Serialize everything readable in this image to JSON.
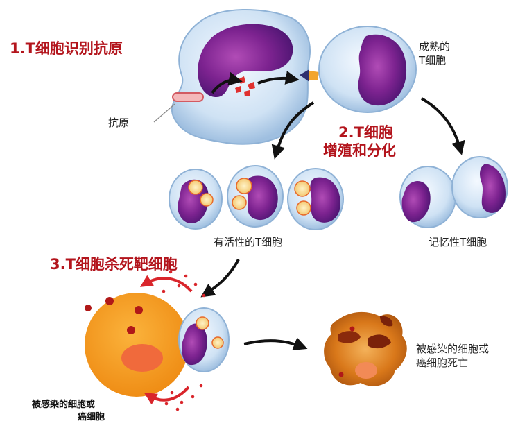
{
  "steps": {
    "step1": "1.T细胞识别抗原",
    "step2_line1": "2.T细胞",
    "step2_line2": "增殖和分化",
    "step3": "3.T细胞杀死靶细胞"
  },
  "labels": {
    "antigen": "抗原",
    "mature_t_line1": "成熟的",
    "mature_t_line2": "T细胞",
    "active_t": "有活性的T细胞",
    "memory_t": "记忆性T细胞",
    "infected_line1": "被感染的细胞或",
    "infected_line2": "癌细胞",
    "dead_line1": "被感染的细胞或",
    "dead_line2": "癌细胞死亡"
  },
  "colors": {
    "step_text": "#b3141c",
    "cell_membrane": "#bcd6ee",
    "nucleus": "#7a1f8e",
    "granule": "#e8692a",
    "target_cell": "#f39a1c",
    "dead_cell": "#d77212",
    "arrow_red": "#d9252b",
    "arrow_black": "#111111"
  }
}
